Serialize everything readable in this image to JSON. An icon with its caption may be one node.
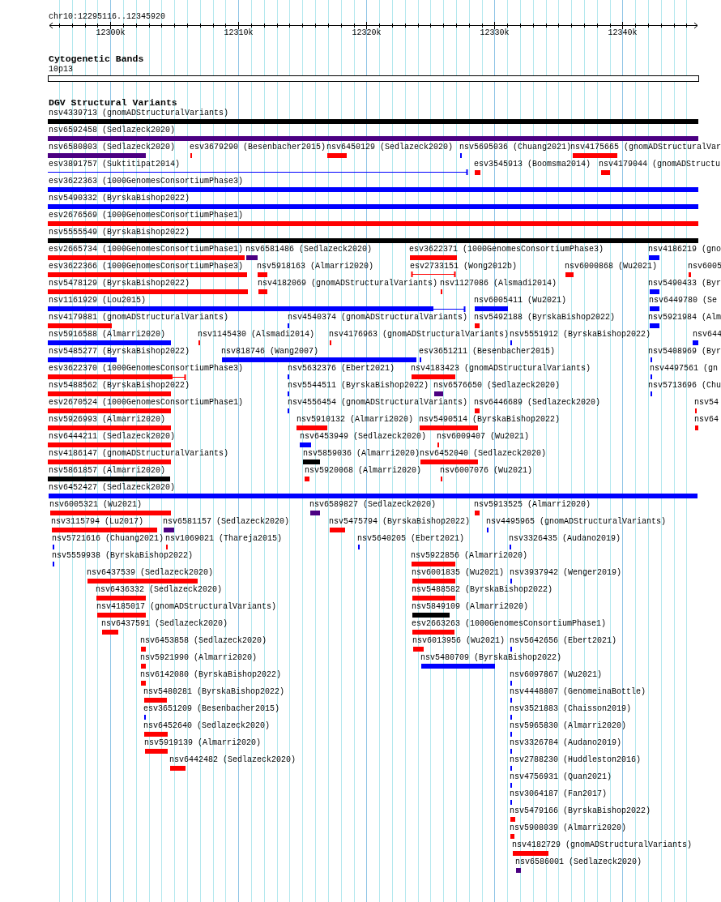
{
  "diagram": {
    "labels": [
      "chr10:12295116..12345920",
      "12300k",
      "12310k",
      "12320k",
      "12330k",
      "12340k",
      "Cytogenetic Bands",
      "10p13",
      "DGV Structural Variants",
      "nsv4339713 (gnomADStructuralVariants)",
      "nsv6592458 (Sedlazeck2020)",
      "nsv6580803 (Sedlazeck2020)",
      "esv3679290 (Besenbacher2015)",
      "nsv6450129 (Sedlazeck2020)",
      "nsv5695036 (Chuang2021)",
      "nsv4175665 (gnomADStructuralVar",
      "esv3891757 (Suktitipat2014)",
      "esv3545913 (Boomsma2014)",
      "nsv4179044 (gnomADStructu",
      "esv3622363 (1000GenomesConsortiumPhase3)",
      "nsv5490332 (ByrskaBishop2022)",
      "esv2676569 (1000GenomesConsortiumPhase1)",
      "nsv5555549 (ByrskaBishop2022)",
      "esv2665734 (1000GenomesConsortiumPhase1)",
      "nsv6581486 (Sedlazeck2020)",
      "esv3622371 (1000GenomesConsortiumPhase3)",
      "nsv4186219 (gno",
      "esv3622366 (1000GenomesConsortiumPhase3)",
      "nsv5918163 (Almarri2020)",
      "esv2733151 (Wong2012b)",
      "nsv6000868 (Wu2021)",
      "nsv6005",
      "nsv5478129 (ByrskaBishop2022)",
      "nsv4182069 (gnomADStructuralVariants)",
      "nsv1127086 (Alsmadi2014)",
      "nsv5490433 (Byr",
      "nsv1161929 (Lou2015)",
      "nsv6005411 (Wu2021)",
      "nsv6449780 (Se",
      "nsv4179881 (gnomADStructuralVariants)",
      "nsv4540374 (gnomADStructuralVariants)",
      "nsv5492188 (ByrskaBishop2022)",
      "nsv5921984 (Alm",
      "nsv5916588 (Almarri2020)",
      "nsv1145430 (Alsmadi2014)",
      "nsv4176963 (gnomADStructuralVariants)",
      "nsv5551912 (ByrskaBishop2022)",
      "nsv644",
      "nsv5485277 (ByrskaBishop2022)",
      "nsv818746 (Wang2007)",
      "esv3651211 (Besenbacher2015)",
      "nsv5408969 (Byr",
      "esv3622370 (1000GenomesConsortiumPhase3)",
      "nsv5632376 (Ebert2021)",
      "nsv4183423 (gnomADStructuralVariants)",
      "nsv4497561 (gn",
      "nsv5488562 (ByrskaBishop2022)",
      "nsv5544511 (ByrskaBishop2022)",
      "nsv6576650 (Sedlazeck2020)",
      "nsv5713696 (Chu",
      "esv2670524 (1000GenomesConsortiumPhase1)",
      "nsv4556454 (gnomADStructuralVariants)",
      "nsv6446689 (Sedlazeck2020)",
      "nsv54",
      "nsv5926993 (Almarri2020)",
      "nsv5910132 (Almarri2020)",
      "nsv5490514 (ByrskaBishop2022)",
      "nsv64",
      "nsv6444211 (Sedlazeck2020)",
      "nsv6453949 (Sedlazeck2020)",
      "nsv6009407 (Wu2021)",
      "nsv4186147 (gnomADStructuralVariants)",
      "nsv5859036 (Almarri2020)",
      "nsv6452040 (Sedlazeck2020)",
      "nsv5861857 (Almarri2020)",
      "nsv5920068 (Almarri2020)",
      "nsv6007076 (Wu2021)",
      "nsv6452427 (Sedlazeck2020)",
      "nsv6005321 (Wu2021)",
      "nsv6589827 (Sedlazeck2020)",
      "nsv5913525 (Almarri2020)",
      "nsv3115794 (Lu2017)",
      "nsv6581157 (Sedlazeck2020)",
      "nsv5475794 (ByrskaBishop2022)",
      "nsv4495965 (gnomADStructuralVariants)",
      "nsv5721616 (Chuang2021)",
      "nsv1069021 (Thareja2015)",
      "nsv5640205 (Ebert2021)",
      "nsv3326435 (Audano2019)",
      "nsv5559938 (ByrskaBishop2022)",
      "nsv5922856 (Almarri2020)",
      "nsv6437539 (Sedlazeck2020)",
      "nsv6001835 (Wu2021)",
      "nsv3937942 (Wenger2019)",
      "nsv6436332 (Sedlazeck2020)",
      "nsv5488582 (ByrskaBishop2022)",
      "nsv4185017 (gnomADStructuralVariants)",
      "nsv5849109 (Almarri2020)",
      "nsv6437591 (Sedlazeck2020)",
      "esv2663263 (1000GenomesConsortiumPhase1)",
      "nsv6453858 (Sedlazeck2020)",
      "nsv6013956 (Wu2021)",
      "nsv5642656 (Ebert2021)",
      "nsv5921990 (Almarri2020)",
      "nsv5480709 (ByrskaBishop2022)",
      "nsv6142080 (ByrskaBishop2022)",
      "nsv6097867 (Wu2021)",
      "nsv5480281 (ByrskaBishop2022)",
      "nsv4448807 (GenomeinaBottle)",
      "esv3651209 (Besenbacher2015)",
      "nsv3521883 (Chaisson2019)",
      "nsv6452640 (Sedlazeck2020)",
      "nsv5965830 (Almarri2020)",
      "nsv5919139 (Almarri2020)",
      "nsv3326784 (Audano2019)",
      "nsv6442482 (Sedlazeck2020)",
      "nsv2788230 (Huddleston2016)",
      "nsv4756931 (Quan2021)",
      "nsv3064187 (Fan2017)",
      "nsv5479166 (ByrskaBishop2022)",
      "nsv5908039 (Almarri2020)",
      "nsv4182729 (gnomADStructuralVariants)",
      "nsv6586001 (Sedlazeck2020)"
    ]
  }
}
